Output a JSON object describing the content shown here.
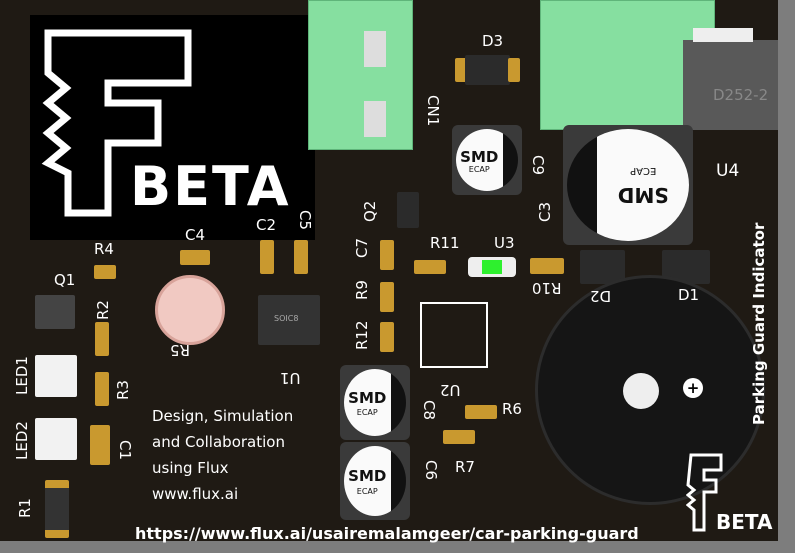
{
  "logo": {
    "beta_large": "BETA",
    "beta_small": "BETA"
  },
  "labels": {
    "D3": "D3",
    "CN1": "CN1",
    "pkg_u4": "D252-2",
    "U4": "U4",
    "C9": "C9",
    "C3": "C3",
    "Q2": "Q2",
    "C2": "C2",
    "C5": "C5",
    "C4": "C4",
    "R4": "R4",
    "Q1": "Q1",
    "R2": "R2",
    "R5": "R5",
    "U1": "U1",
    "pkg_u1": "SOIC8",
    "C7": "C7",
    "R9": "R9",
    "R12": "R12",
    "R11": "R11",
    "U3": "U3",
    "R10": "R10",
    "D2": "D2",
    "D1": "D1",
    "U2": "U2",
    "LED1": "LED1",
    "LED2": "LED2",
    "R3": "R3",
    "C1": "C1",
    "R1": "R1",
    "C8": "C8",
    "C6": "C6",
    "R6": "R6",
    "R7": "R7"
  },
  "caps": {
    "smd": "SMD",
    "ecap": "ECAP"
  },
  "title_vertical": "Parking Guard Indicator",
  "info": {
    "line1": "Design, Simulation",
    "line2": "and Collaboration",
    "line3": "using Flux",
    "line4": "www.flux.ai"
  },
  "url": "https://www.flux.ai/usairemalamgeer/car-parking-guard",
  "buzzer_symbol": "+"
}
